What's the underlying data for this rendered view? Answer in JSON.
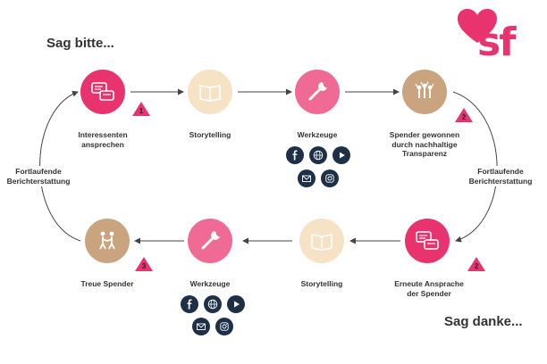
{
  "headings": {
    "top": "Sag bitte...",
    "bottom": "Sag danke..."
  },
  "logo": {
    "text": "sf",
    "color": "#e8336f"
  },
  "colors": {
    "pink": "#e8336f",
    "tan": "#c9a47f",
    "cream": "#f6e2c4",
    "icon_dark": "#1e3048",
    "arrow": "#444444"
  },
  "top_row": [
    {
      "label": "Interessenten\nansprechen",
      "color": "#e8336f",
      "icon": "chat-bubbles-icon",
      "badge": "1"
    },
    {
      "label": "Storytelling",
      "color": "#f6e2c4",
      "icon": "open-book-icon"
    },
    {
      "label": "Werkzeuge",
      "color": "#ef6a95",
      "icon": "wrench-icon"
    },
    {
      "label": "Spender gewonnen\ndurch nachhaltige\nTransparenz",
      "color": "#c9a47f",
      "icon": "celebrating-people-icon",
      "badge": "2"
    }
  ],
  "bottom_row": [
    {
      "label": "Treue Spender",
      "color": "#c9a47f",
      "icon": "people-handshake-icon",
      "badge": "3"
    },
    {
      "label": "Werkzeuge",
      "color": "#ef6a95",
      "icon": "wrench-icon"
    },
    {
      "label": "Storytelling",
      "color": "#f6e2c4",
      "icon": "open-book-icon"
    },
    {
      "label": "Erneute Ansprache\nder Spender",
      "color": "#e8336f",
      "icon": "chat-bubbles-icon",
      "badge": "2"
    }
  ],
  "side_labels": {
    "left": "Fortlaufende\nBerichterstattung",
    "right": "Fortlaufende\nBerichterstattung"
  },
  "social_icons": [
    "facebook-icon",
    "globe-icon",
    "youtube-play-icon",
    "email-icon",
    "instagram-icon"
  ]
}
